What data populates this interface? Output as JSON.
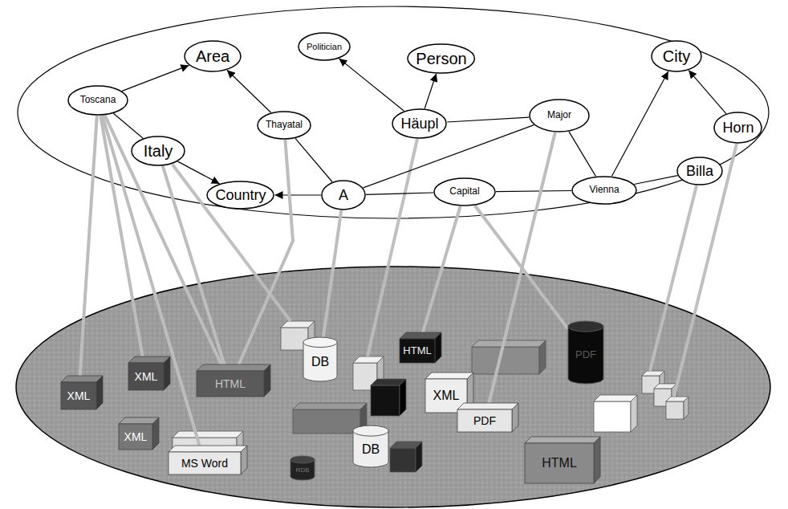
{
  "diagram": {
    "nodes": [
      {
        "text": [
          "Area"
        ]
      },
      {
        "text": [
          "Politician"
        ]
      },
      {
        "text": [
          "Person"
        ]
      },
      {
        "text": [
          "City"
        ]
      },
      {
        "text": [
          "Toscana"
        ]
      },
      {
        "text": [
          "Thayatal"
        ]
      },
      {
        "text": [
          "Häupl"
        ]
      },
      {
        "text": [
          "Major"
        ]
      },
      {
        "text": [
          "Horn"
        ]
      },
      {
        "text": [
          "Italy"
        ]
      },
      {
        "text": [
          "Billa"
        ]
      },
      {
        "text": [
          "Country"
        ]
      },
      {
        "text": [
          "A"
        ]
      },
      {
        "text": [
          "Capital"
        ]
      },
      {
        "text": [
          "Vienna"
        ]
      },
      {
        "text": [
          "HTML"
        ]
      },
      {
        "text": [
          "DB"
        ]
      },
      {
        "text": [
          "PDF"
        ]
      },
      {
        "text": [
          "XML"
        ]
      },
      {
        "text": [
          "HTML"
        ]
      },
      {
        "text": [
          "XML"
        ]
      },
      {
        "text": [
          "XML"
        ]
      },
      {
        "text": [
          "PDF"
        ]
      },
      {
        "text": [
          "XML"
        ]
      },
      {
        "text": [
          "DB"
        ]
      },
      {
        "text": [
          "MS Word"
        ]
      },
      {
        "text": [
          "HTML"
        ]
      },
      {
        "text": [
          "RDB"
        ]
      }
    ],
    "edges": [
      {
        "from": 4,
        "to": 0,
        "arrow": "to"
      },
      {
        "from": 5,
        "to": 0,
        "arrow": "to"
      },
      {
        "from": 6,
        "to": 1,
        "arrow": "to"
      },
      {
        "from": 6,
        "to": 2,
        "arrow": "to"
      },
      {
        "from": 14,
        "to": 3,
        "arrow": "to"
      },
      {
        "from": 8,
        "to": 3,
        "arrow": "to"
      },
      {
        "from": 9,
        "to": 11,
        "arrow": "to"
      },
      {
        "from": 12,
        "to": 11,
        "arrow": "to"
      },
      {
        "from": 4,
        "to": 9,
        "arrow": "none"
      },
      {
        "from": 5,
        "to": 12,
        "arrow": "none"
      },
      {
        "from": 6,
        "to": 7,
        "arrow": "none"
      },
      {
        "from": 12,
        "to": 7,
        "arrow": "none"
      },
      {
        "from": 7,
        "to": 14,
        "arrow": "none"
      },
      {
        "from": 12,
        "to": 13,
        "arrow": "none"
      },
      {
        "from": 13,
        "to": 14,
        "arrow": "none"
      },
      {
        "from": 14,
        "to": 10,
        "arrow": "none"
      },
      {
        "from": 4,
        "to": 20,
        "arrow": "none"
      },
      {
        "from": 4,
        "to": 18,
        "arrow": "none"
      },
      {
        "from": 4,
        "to": 19,
        "arrow": "none"
      },
      {
        "from": 4,
        "to": 25,
        "arrow": "none"
      },
      {
        "from": 5,
        "to": 19,
        "arrow": "none"
      },
      {
        "from": 9,
        "to": 19,
        "arrow": "none"
      },
      {
        "from": 12,
        "to": 16,
        "arrow": "none"
      },
      {
        "from": 13,
        "to": 15,
        "arrow": "none"
      },
      {
        "from": 13,
        "to": 17,
        "arrow": "none"
      },
      {
        "from": 7,
        "to": 22,
        "arrow": "none"
      }
    ]
  }
}
